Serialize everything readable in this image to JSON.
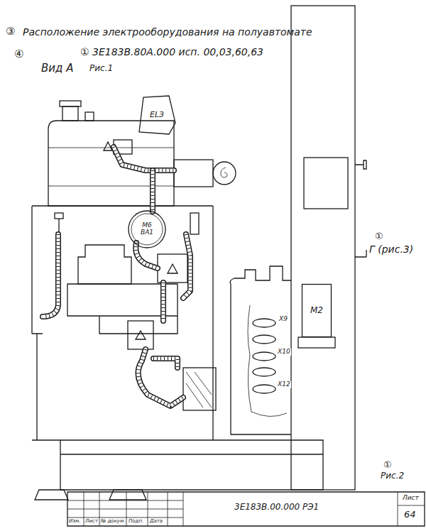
{
  "diagram": {
    "title": "Расположение электрооборудования на полуавтомате",
    "nodes": [
      {
        "text": [
          "EL3"
        ]
      },
      {
        "text": [
          "М6",
          "ВА1"
        ]
      },
      {
        "text": [
          "М2"
        ]
      }
    ],
    "labels": [
      "③",
      "④",
      "①",
      "3Е183В.80А.000 исп. 00,03,60,63",
      "Вид А",
      "Рис.1",
      "①",
      "Г (рис.3)",
      "Х9",
      "Х10",
      "Х12",
      "①",
      "Рис.2",
      "Изм.",
      "Лист",
      "№ докум.",
      "Подп.",
      "Дата",
      "3Е183В.00.000 РЭ1",
      "Лист",
      "64"
    ]
  }
}
